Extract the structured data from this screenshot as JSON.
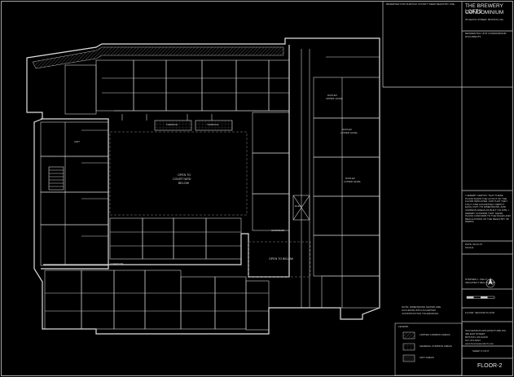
{
  "title_block": {
    "reserved_note": "RESERVED FOR SUFFOLK COUNTY DEED REGISTRY USE",
    "project_name_1": "THE BREWERY LOFTS",
    "project_name_2": "CONDOMINIUM",
    "address": "25 HEATH STREET, BOSTON, MA",
    "doc_type_1": "RESIDENTIAL UNIT CONDOMINIUM",
    "doc_type_2": "DOCUMENTS",
    "certification": "I HEREBY CERTIFY THAT THESE PLANS SHOW THE LAYOUT OF THE FLOOR INDICATED, AND THAT THEY FULLY AND ACCURATELY DEPICT EACH UNIT, ITS DIMENSIONS, AND COMMON AREAS AS BUILT ON SITE. I HEREBY CONFIRM THAT THESE PLANS CONFORM TO THE RULES AND REGULATIONS OF THE REGISTRY OF DEEDS.",
    "date": "DATE: 06.01.07",
    "scale": "SCALE:",
    "architect_1": "STEPHEN L. KELLY",
    "architect_2": "ARCHITECT REG. # 30712",
    "floor": "FLOOR: SECOND FLOOR",
    "firm_1": "SUCCESSION ARCHITECTURE INC.",
    "firm_2": "480 ELM STREET",
    "firm_3": "BOSTON, MA 02109",
    "firm_4": "617-474-6264",
    "firm_5": "www.SuccessionArch.com",
    "sheet": "SHEET 4 OF 8",
    "sheet_title": "FLOOR-2"
  },
  "notes": {
    "dimension_note_1": "NOTE: DIMENSIONS SHOWN ARE",
    "dimension_note_2": "ACCURATE WITH ACCEPTED",
    "dimension_note_3": "CONSTRUCTION TOLERANCES"
  },
  "legend": {
    "title": "LEGEND",
    "items": [
      "LIMITED COMMON AREAS",
      "GENERAL COMMON AREAS",
      "UNIT AREAS"
    ]
  },
  "plan_labels": {
    "open_courtyard_1": "OPEN TO",
    "open_courtyard_2": "COURTYARD",
    "open_courtyard_3": "BELOW",
    "open_below": "OPEN TO BELOW",
    "terrace_1": "TERRACE",
    "terrace_2": "TERRACE",
    "corridor_1": "CORRIDOR",
    "corridor_2": "CORRIDOR",
    "elev": "ELEV.",
    "duplex_1": "DUPLEX",
    "duplex_2": "DUPLEX",
    "duplex_3": "DUPLEX",
    "upper_level": "UPPER LEVEL",
    "lower_level_1": "LOWER LEVEL",
    "lower_level_2": "LOWER LEVEL",
    "unit": "UNIT"
  },
  "colors": {
    "background": "#000000",
    "linework": "#e0e0e0",
    "hatch": "#9a9a9a"
  }
}
